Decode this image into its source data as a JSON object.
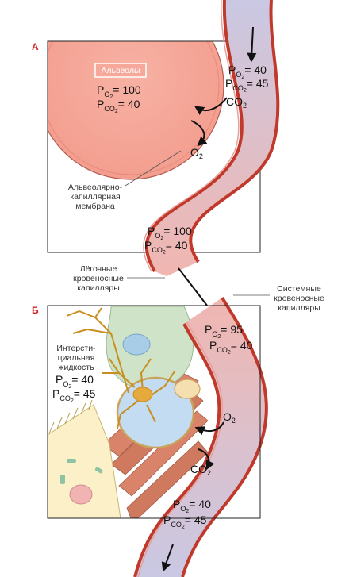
{
  "panels": {
    "a": "А",
    "b": "Б"
  },
  "alveoli": {
    "label": "Альвеолы",
    "po2": "= 100",
    "pco2": "= 40"
  },
  "membrane": {
    "line1": "Альвеолярно-",
    "line2": "капиллярная",
    "line3": "мембрана"
  },
  "pulm_capillaries": {
    "line1": "Лёгочные",
    "line2": "кровеносные",
    "line3": "капилляры"
  },
  "syst_capillaries": {
    "line1": "Системные",
    "line2": "кровеносные",
    "line3": "капилляры"
  },
  "interstitial": {
    "line1": "Интерсти-",
    "line2": "циальная",
    "line3": "жидкость",
    "po2": "= 40",
    "pco2": "= 45"
  },
  "pulm_in": {
    "po2": "= 40",
    "pco2": "= 45"
  },
  "pulm_out": {
    "po2": "= 100",
    "pco2": "= 40"
  },
  "syst_in": {
    "po2": "= 95",
    "pco2": "= 40"
  },
  "syst_out": {
    "po2": "= 40",
    "pco2": "= 45"
  },
  "gas": {
    "o2": "O",
    "co2": "CO",
    "two": "2"
  },
  "symbols": {
    "p": "P",
    "o2_sub": "O",
    "co2_sub": "CO",
    "sub2": "2"
  },
  "colors": {
    "alveolus": "#f6a89a",
    "vessel_wall": "#c0392b",
    "blood_blue": "#c9c8e3",
    "blood_pink": "#f1b6b0",
    "panel_label": "#d2232a"
  }
}
